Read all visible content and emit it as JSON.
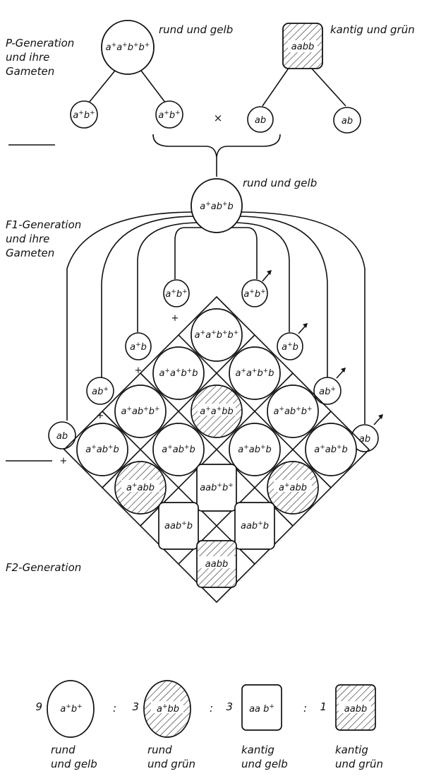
{
  "labels": {
    "p_generation": [
      "P-Generation",
      "und ihre",
      "Gameten"
    ],
    "f1_generation": [
      "F1-Generation",
      "und ihre",
      "Gameten"
    ],
    "f2_generation": "F2-Generation",
    "rund_und_gelb": "rund und gelb",
    "kantig_und_gruen": "kantig und grün",
    "f1_phenotype": "rund und gelb"
  },
  "parents": {
    "p1_genotype": "a+a+b+b+",
    "p2_genotype": "aabb",
    "p1_gametes": [
      "a+b+",
      "a+b+"
    ],
    "p2_gametes": [
      "ab",
      "ab"
    ],
    "cross_symbol": "×",
    "f1_genotype": "a+ab+b"
  },
  "f1_gametes": {
    "female": [
      "a+b+",
      "a+b",
      "ab+",
      "ab"
    ],
    "male": [
      "a+b+",
      "a+b",
      "ab+",
      "ab"
    ],
    "female_symbol": "+",
    "male_symbol": "♂"
  },
  "f2_grid": [
    [
      "a+a+b+b+",
      "a+a+b+b",
      "a+ab+b+",
      "a+ab+b"
    ],
    [
      "a+a+b+b",
      "a+a+bb",
      "a+ab+b",
      "a+abb"
    ],
    [
      "a+ab+b+",
      "a+ab+b",
      "aab+b+",
      "aab+b"
    ],
    [
      "a+ab+b",
      "a+abb",
      "aab+b",
      "aabb"
    ]
  ],
  "ratio": [
    {
      "count": "9",
      "genotype": "a+b+",
      "label": [
        "rund",
        "und gelb"
      ],
      "shape": "circle",
      "hatched": false
    },
    {
      "count": "3",
      "genotype": "a+bb",
      "label": [
        "rund",
        "und grün"
      ],
      "shape": "circle",
      "hatched": true
    },
    {
      "count": "3",
      "genotype": "aa b+",
      "label": [
        "kantig",
        "und gelb"
      ],
      "shape": "square",
      "hatched": false
    },
    {
      "count": "1",
      "genotype": "aabb",
      "label": [
        "kantig",
        "und grün"
      ],
      "shape": "square",
      "hatched": true
    }
  ],
  "ratio_separator": ":"
}
